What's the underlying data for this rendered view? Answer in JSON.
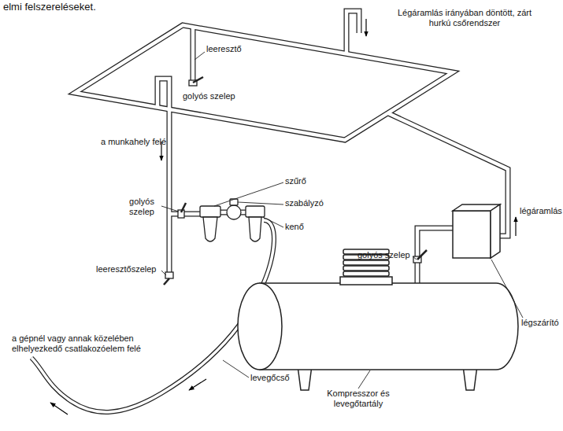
{
  "diagram": {
    "labels": [
      "elmi felszereléseket.",
      "Légáramlás irányában döntött, zárt hurkú csőrendszer",
      "leeresztő",
      "golyós szelep",
      "a munkahely felé",
      "szűrő",
      "golyós szelep",
      "szabályzó",
      "kenő",
      "golyós szelep",
      "légáramlás",
      "leeresztőszelep",
      "légszárító",
      "a gépnél vagy annak közelében elhelyezkedő csatlakozóelem felé",
      "levegőcső",
      "Kompresszor és levegőtartály"
    ]
  }
}
